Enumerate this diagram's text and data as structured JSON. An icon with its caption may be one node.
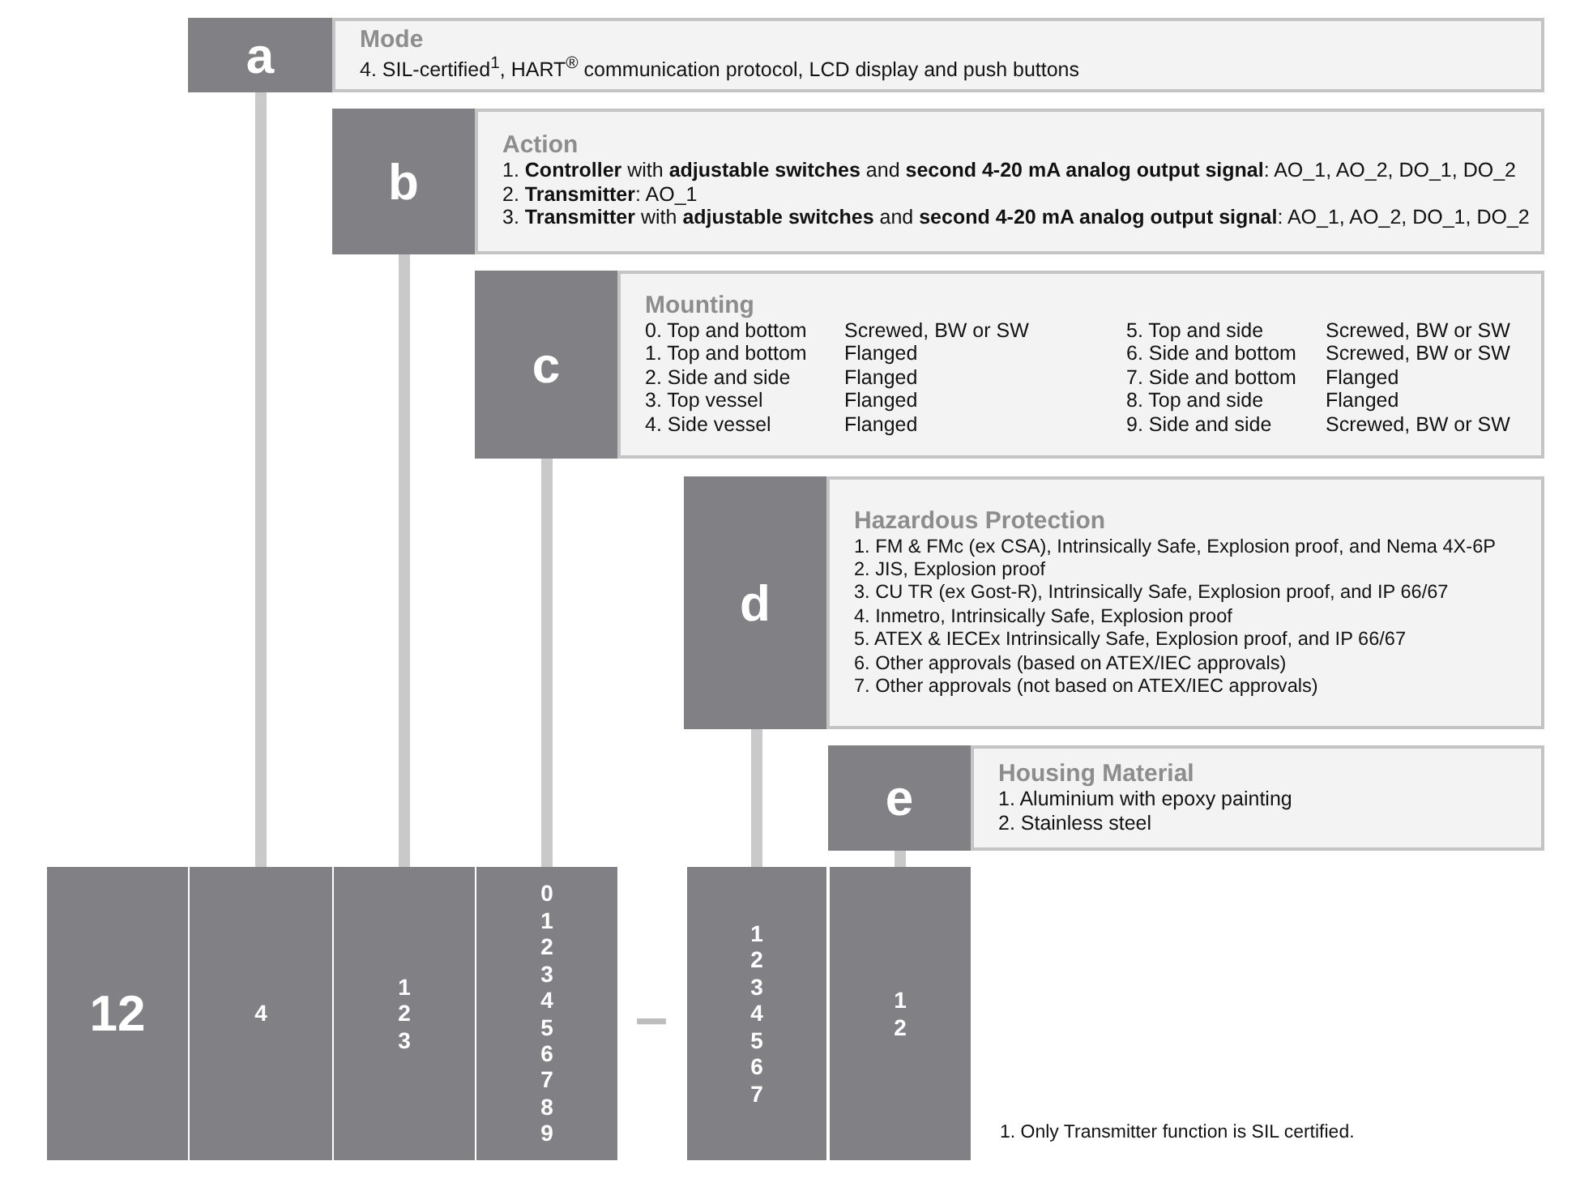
{
  "diagram": {
    "nodes": [
      {
        "text": [
          "a"
        ]
      },
      {
        "text": [
          "Mode",
          "4. SIL-certified$^{1}$, HART$^{®}$ communication protocol, LCD display and push buttons"
        ]
      },
      {
        "text": [
          "b"
        ]
      },
      {
        "text": [
          "Action",
          "1. **Controller** with **adjustable switches** and **second 4-20 mA analog output signal**: AO_1, AO_2, DO_1, DO_2",
          "2. **Transmitter**: AO_1",
          "3. **Transmitter** with **adjustable switches** and **second 4-20 mA analog output signal**: AO_1, AO_2, DO_1, DO_2"
        ]
      },
      {
        "text": [
          "c"
        ]
      },
      {
        "text": [
          "Mounting",
          "0. Top and bottom",
          "Screwed, BW or SW",
          "1. Top and bottom",
          "Flanged",
          "2. Side and side",
          "Flanged",
          "3. Top vessel",
          "Flanged",
          "4. Side vessel",
          "Flanged",
          "5. Top and side",
          "Screwed, BW or SW",
          "6. Side and bottom",
          "Screwed, BW or SW",
          "7. Side and bottom",
          "Flanged",
          "8. Top and side",
          "Flanged",
          "9. Side and side",
          "Screwed, BW or SW"
        ]
      },
      {
        "text": [
          "d"
        ]
      },
      {
        "text": [
          "Hazardous Protection",
          "1. FM & FMc (ex CSA), Intrinsically Safe, Explosion proof, and Nema 4X-6P",
          "2. JIS, Explosion proof",
          "3. CU TR (ex Gost-R), Intrinsically Safe, Explosion proof, and IP 66/67",
          "4. Inmetro, Intrinsically Safe, Explosion proof",
          "5. ATEX & IECEx Intrinsically Safe, Explosion proof, and IP 66/67",
          "6. Other approvals (based on ATEX/IEC approvals)",
          "7. Other approvals (not based on ATEX/IEC approvals)"
        ]
      },
      {
        "text": [
          "e"
        ]
      },
      {
        "text": [
          "Housing Material",
          "1. Aluminium with epoxy painting",
          "2. Stainless steel"
        ]
      },
      {
        "text": [
          "12"
        ]
      },
      {
        "text": [
          "4"
        ]
      },
      {
        "text": [
          "1 2 3"
        ]
      },
      {
        "text": [
          "0 1 2 3 4 5 6 7 8 9"
        ]
      },
      {
        "text": [
          "1 2 3 4 5 6 7"
        ]
      },
      {
        "text": [
          "1 2"
        ]
      }
    ],
    "edges": [
      {
        "from": 0,
        "to": 11,
        "arrow": "none"
      },
      {
        "from": 2,
        "to": 12,
        "arrow": "none"
      },
      {
        "from": 4,
        "to": 13,
        "arrow": "none"
      },
      {
        "from": 6,
        "to": 14,
        "arrow": "none"
      },
      {
        "from": 8,
        "to": 15,
        "arrow": "none"
      }
    ],
    "labels": [
      "–",
      "1. Only Transmitter function is SIL certified."
    ]
  }
}
